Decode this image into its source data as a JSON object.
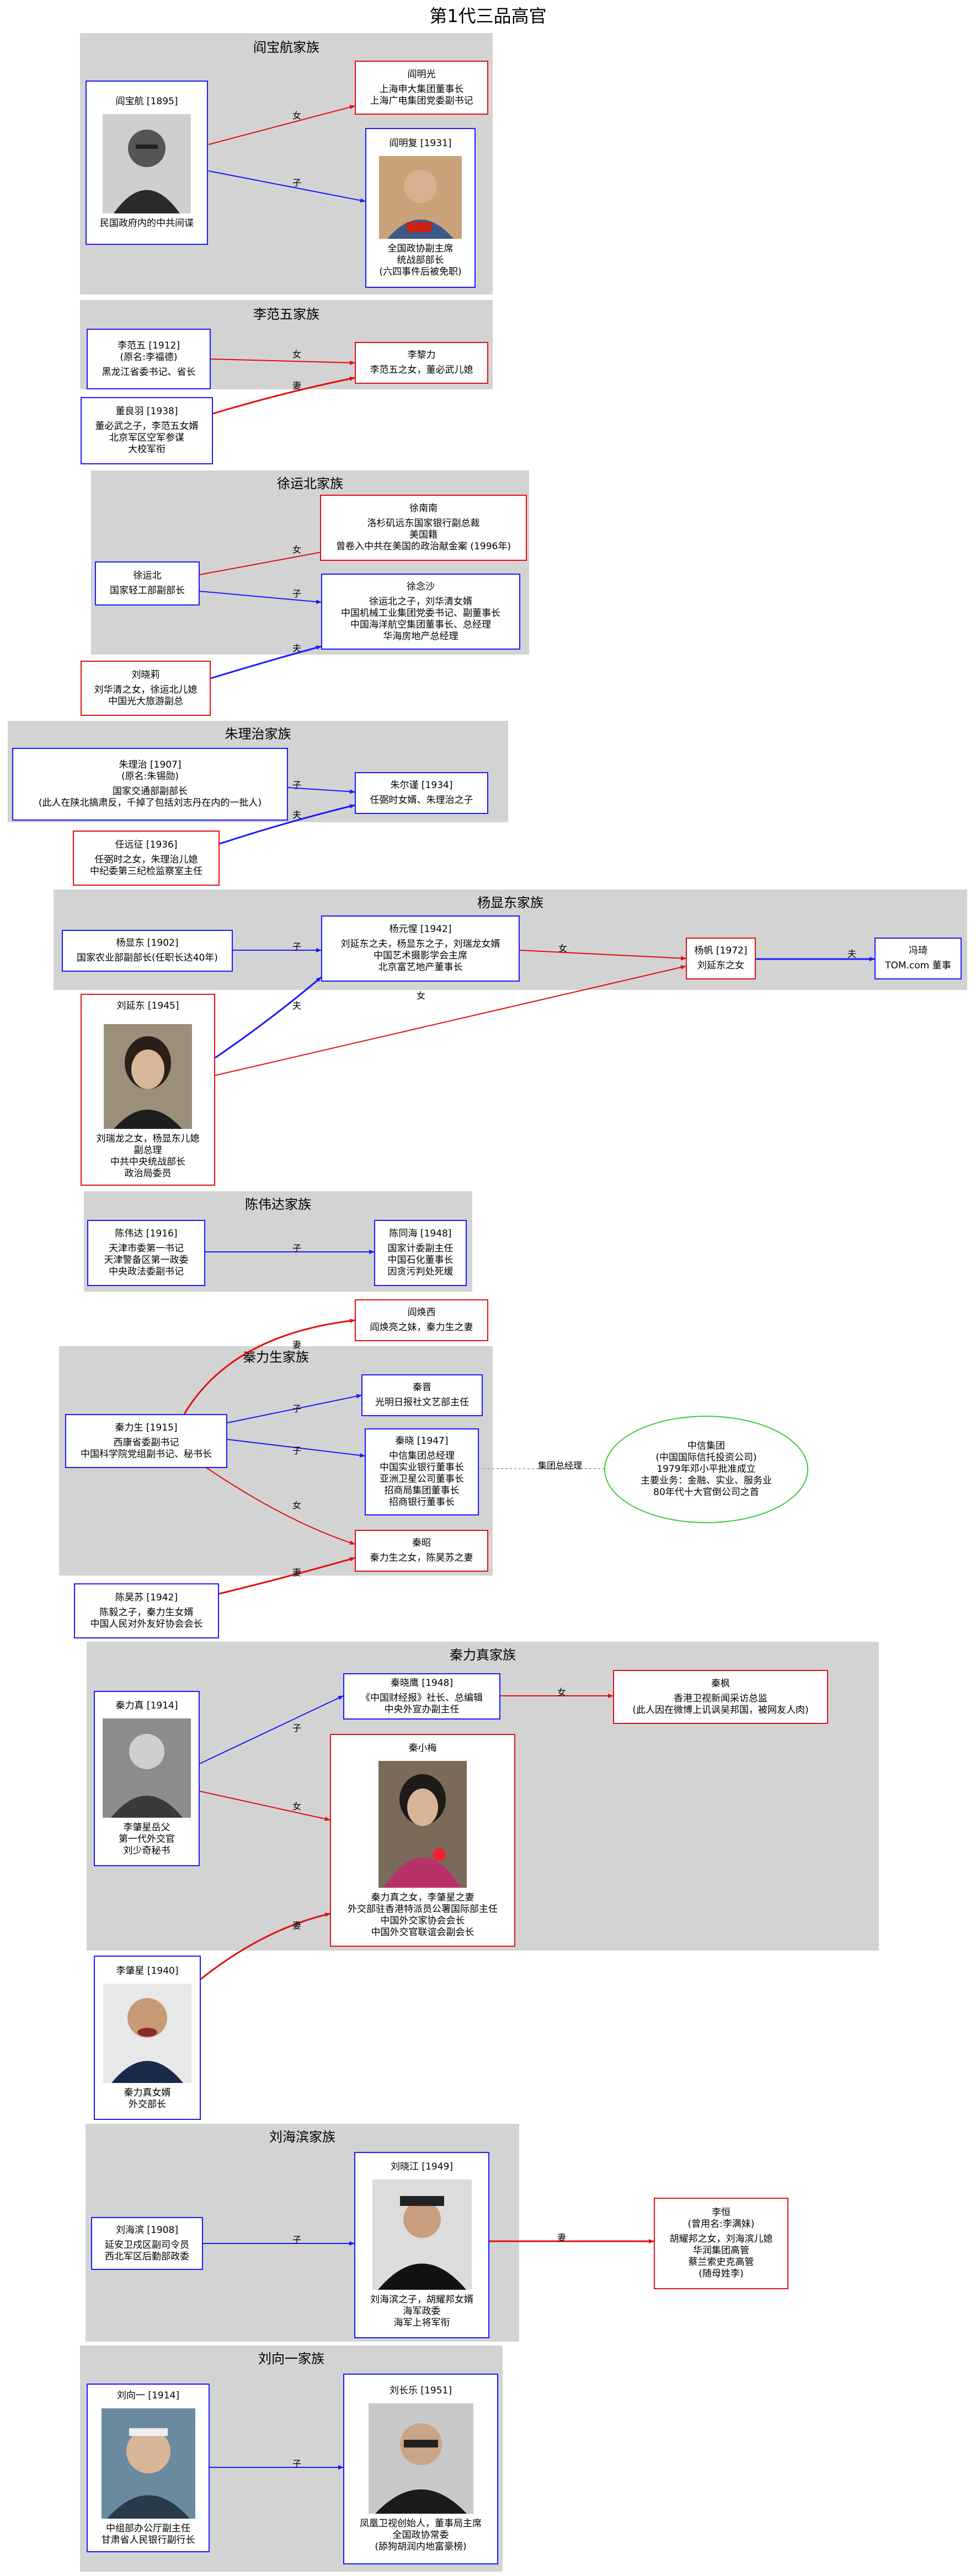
{
  "title": "第1代三品高官",
  "clusters": {
    "yan": "阎宝航家族",
    "li": "李范五家族",
    "xu": "徐运北家族",
    "zhu": "朱理治家族",
    "yang": "杨显东家族",
    "chen": "陈伟达家族",
    "qinls": "秦力生家族",
    "qinlz": "秦力真家族",
    "liu": "刘海滨家族",
    "liux": "刘向一家族"
  },
  "nodes": {
    "yanbh": [
      "阎宝航 [1895]",
      "民国政府内的中共间谍"
    ],
    "yanmg": [
      "阎明光",
      "上海申大集团董事长",
      "上海广电集团党委副书记"
    ],
    "yanmf": [
      "阎明复 [1931]",
      "全国政协副主席",
      "统战部部长",
      "(六四事件后被免职)"
    ],
    "lifw": [
      "李范五 [1912]",
      "(原名:李福德)",
      "黑龙江省委书记、省长"
    ],
    "lilili": [
      "李黎力",
      "李范五之女，董必武儿媳"
    ],
    "dongly": [
      "董良羽 [1938]",
      "董必武之子，李范五女婿",
      "北京军区空军参谋",
      "大校军衔"
    ],
    "xunn": [
      "徐南南",
      "洛杉矶远东国家银行副总裁",
      "美国籍",
      "曾卷入中共在美国的政治献金案 (1996年)"
    ],
    "xuyb": [
      "徐运北",
      "国家轻工部副部长"
    ],
    "xuns": [
      "徐念沙",
      "徐运北之子，刘华清女婿",
      "中国机械工业集团党委书记、副董事长",
      "中国海洋航空集团董事长、总经理",
      "华海房地产总经理"
    ],
    "liuxl": [
      "刘晓莉",
      "刘华清之女，徐运北儿媳",
      "中国光大旅游副总"
    ],
    "zhulz": [
      "朱理治 [1907]",
      "(原名:朱锡勋)",
      "国家交通部副部长",
      "(此人在陕北搞肃反，千掉了包括刘志丹在内的一批人)"
    ],
    "zhuej": [
      "朱尔谨 [1934]",
      "任弼时女婿、朱理治之子"
    ],
    "renyz": [
      "任远征 [1936]",
      "任弼时之女，朱理治儿媳",
      "中纪委第三纪检监察室主任"
    ],
    "yangxd": [
      "杨显东 [1902]",
      "国家农业部副部长(任职长达40年)"
    ],
    "yangyj": [
      "杨元惺 [1942]",
      "刘延东之夫，杨显东之子，刘瑞龙女婿",
      "中国艺术摄影学会主席",
      "北京富艺地产董事长"
    ],
    "yangf": [
      "杨帆 [1972]",
      "刘延东之女"
    ],
    "fengq": [
      "冯琦",
      "TOM.com 董事"
    ],
    "liuyd": [
      "刘延东 [1945]",
      "刘瑞龙之女，杨显东儿媳",
      "副总理",
      "中共中央统战部长",
      "政治局委员"
    ],
    "chenwd": [
      "陈伟达 [1916]",
      "天津市委第一书记",
      "天津警备区第一政委",
      "中央政法委副书记"
    ],
    "chentl": [
      "陈同海 [1948]",
      "国家计委副主任",
      "中国石化董事长",
      "因贪污判处死缓"
    ],
    "yanyx": [
      "阎焕西",
      "阎焕亮之妹，秦力生之妻"
    ],
    "qinls": [
      "秦力生 [1915]",
      "西康省委副书记",
      "中国科学院党组副书记、秘书长"
    ],
    "qinjin": [
      "秦晋",
      "光明日报社文艺部主任"
    ],
    "qinxiao": [
      "秦晓 [1947]",
      "中信集团总经理",
      "中国实业银行董事长",
      "亚洲卫星公司董事长",
      "招商局集团董事长",
      "招商银行董事长"
    ],
    "citic": [
      "中信集团",
      "(中国国际信托投资公司)",
      "1979年邓小平批准成立",
      "主要业务：金融、实业、服务业",
      "80年代十大官倒公司之首"
    ],
    "qinzh": [
      "秦昭",
      "秦力生之女，陈昊苏之妻"
    ],
    "chenhs": [
      "陈昊苏 [1942]",
      "陈毅之子，秦力生女婿",
      "中国人民对外友好协会会长"
    ],
    "qinlz": [
      "秦力真 [1914]",
      "李肇星岳父",
      "第一代外交官",
      "刘少奇秘书"
    ],
    "qinxl": [
      "秦晓鹰 [1948]",
      "《中国财经报》社长、总编辑",
      "中央外宣办副主任"
    ],
    "qinf": [
      "秦枫",
      "香港卫视新闻采访总监",
      "(此人因在微博上讥讽吴邦国，被网友人肉)"
    ],
    "qinxm": [
      "秦小梅",
      "秦力真之女，李肇星之妻",
      "外交部驻香港特派员公署国际部主任",
      "中国外交家协会会长",
      "中国外交官联谊会副会长"
    ],
    "lizx": [
      "李肇星 [1940]",
      "秦力真女婿",
      "外交部长"
    ],
    "liuhb": [
      "刘海滨 [1908]",
      "延安卫戍区副司令员",
      "西北军区后勤部政委"
    ],
    "liuxj": [
      "刘晓江 [1949]",
      "刘海滨之子，胡耀邦女婿",
      "海军政委",
      "海军上将军衔"
    ],
    "lih": [
      "李恒",
      "(曾用名:李满妹)",
      "胡耀邦之女，刘海滨儿媳",
      "华润集团高管",
      "蔡兰索史克高管",
      "(随母姓李)"
    ],
    "liuxy": [
      "刘向一 [1914]",
      "中组部办公厅副主任",
      "甘肃省人民银行副行长"
    ],
    "liucl": [
      "刘长乐 [1951]",
      "凤凰卫视创始人，董事局主席",
      "全国政协常委",
      "(舔狗胡润内地富豪榜)"
    ]
  },
  "edge_labels": {
    "nv": "女",
    "zi": "子",
    "qi": "妻",
    "fu": "夫",
    "jtzjl": "集团总经理"
  },
  "icons": [
    "portrait-photo"
  ]
}
